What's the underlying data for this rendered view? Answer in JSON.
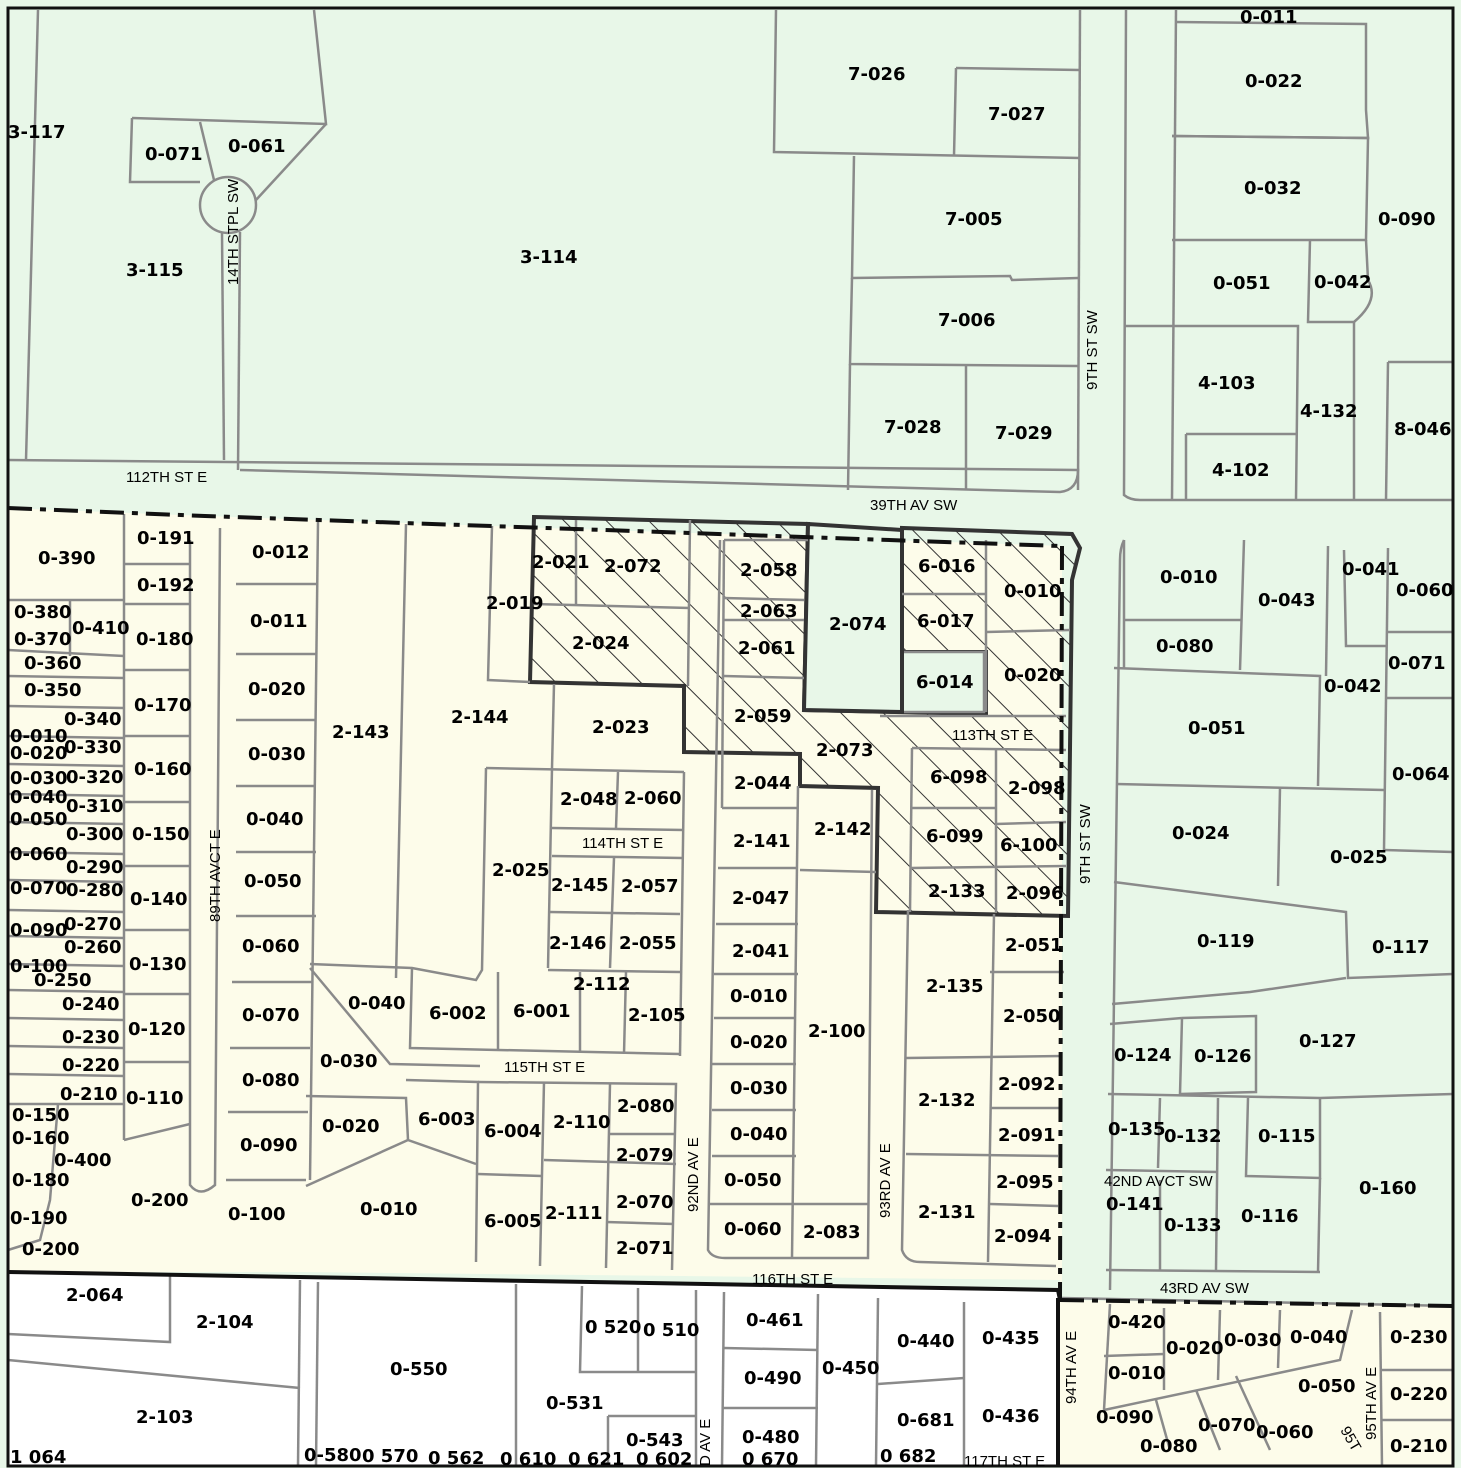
{
  "colors": {
    "county_zone": "#e8f7e8",
    "city_zone": "#fdfcea",
    "outside_zone": "#ffffff",
    "lot_line": "#8a8a8a"
  },
  "streets": {
    "s112th": "112TH ST E",
    "s39av": "39TH AV SW",
    "s14st": "14TH STPL SW",
    "s9st_a": "9TH ST SW",
    "s9st_b": "9TH ST SW",
    "s89": "89TH AVCT E",
    "s113": "113TH ST E",
    "s114": "114TH ST E",
    "s115": "115TH ST E",
    "s92": "92ND AV E",
    "s93": "93RD AV E",
    "s116": "116TH ST E",
    "s43": "43RD AV SW",
    "s42": "42ND AVCT SW",
    "s94": "94TH AV E",
    "s95": "95TH AV E",
    "s117": "117TH ST E",
    "s91": "D AV E",
    "s95b": "95T"
  },
  "parcels": {
    "p0011n": "0-011",
    "p7026": "7-026",
    "p0022": "0-022",
    "p7027": "7-027",
    "p3117": "3-117",
    "p0071": "0-071",
    "p0061": "0-061",
    "p0032": "0-032",
    "p7005": "7-005",
    "p0090n": "0-090",
    "p3115": "3-115",
    "p3114": "3-114",
    "p0051n": "0-051",
    "p0042n": "0-042",
    "p7006": "7-006",
    "p4103": "4-103",
    "p4132": "4-132",
    "p7028": "7-028",
    "p7029": "7-029",
    "p8046": "8-046",
    "p4102": "4-102",
    "p0390": "0-390",
    "p0191": "0-191",
    "p0012": "0-012",
    "p2021": "2-021",
    "p2072": "2-072",
    "p2058": "2-058",
    "p6016": "6-016",
    "p0010e": "0-010",
    "p0010f": "0-010",
    "p0041": "0-041",
    "p0060e": "0-060",
    "p0192": "0-192",
    "p0043": "0-043",
    "p0380": "0-380",
    "p0370": "0-370",
    "p0410": "0-410",
    "p0180": "0-180",
    "p0011": "0-011",
    "p2019": "2-019",
    "p2024": "2-024",
    "p2063": "2-063",
    "p2061": "2-061",
    "p2074": "2-074",
    "p6017": "6-017",
    "p0080e": "0-080",
    "p0360": "0-360",
    "p0350": "0-350",
    "p0170": "0-170",
    "p0020": "0-020",
    "p6014": "6-014",
    "p0020f": "0-020",
    "p0071e": "0-071",
    "p0042e": "0-042",
    "p0340": "0-340",
    "p0010w": "0-010",
    "p0020w": "0-020",
    "p0330": "0-330",
    "p2144": "2-144",
    "p2143": "2-143",
    "p2059": "2-059",
    "p2023": "2-023",
    "p2073": "2-073",
    "p0051e": "0-051",
    "p0030w": "0-030",
    "p0320": "0-320",
    "p0160": "0-160",
    "p0030": "0-030",
    "p6098": "6-098",
    "p2098": "2-098",
    "p0064": "0-064",
    "p2044": "2-044",
    "p0040w": "0-040",
    "p0310": "0-310",
    "p2048": "2-048",
    "p2060": "2-060",
    "p0050w": "0-050",
    "p0300": "0-300",
    "p0150": "0-150",
    "p0040": "0-040",
    "p2142": "2-142",
    "p0024": "0-024",
    "p2141": "2-141",
    "p6099": "6-099",
    "p6100": "6-100",
    "p0025": "0-025",
    "p0060w": "0-060",
    "p0290": "0-290",
    "p2025": "2-025",
    "p0050": "0-050",
    "p2145": "2-145",
    "p2057": "2-057",
    "p0070w": "0-070",
    "p0280": "0-280",
    "p2133": "2-133",
    "p2096": "2-096",
    "p0140": "0-140",
    "p2047": "2-047",
    "p0090w": "0-090",
    "p0270": "0-270",
    "p0119": "0-119",
    "p0117": "0-117",
    "p2146": "2-146",
    "p2055": "2-055",
    "p2051": "2-051",
    "p0060": "0-060",
    "p0260": "0-260",
    "p2041": "2-041",
    "p0100w": "0-100",
    "p0130": "0-130",
    "p0250": "0-250",
    "p2112": "2-112",
    "p2135": "2-135",
    "p0240": "0-240",
    "p0040b": "0-040",
    "p6002": "6-002",
    "p6001": "6-001",
    "p0010c": "0-010",
    "p2105": "2-105",
    "p0070": "0-070",
    "p2050": "2-050",
    "p0230": "0-230",
    "p0120": "0-120",
    "p2100": "2-100",
    "p0127": "0-127",
    "p0020c": "0-020",
    "p0030b": "0-030",
    "p0220": "0-220",
    "p0124": "0-124",
    "p0126": "0-126",
    "p0080": "0-080",
    "p0210": "0-210",
    "p2092": "2-092",
    "p0030c": "0-030",
    "p0110": "0-110",
    "p6003": "6-003",
    "p2110": "2-110",
    "p2080": "2-080",
    "p2132": "2-132",
    "p0150w": "0-150",
    "p0020b": "0-020",
    "p6004": "6-004",
    "p0040c": "0-040",
    "p0135": "0-135",
    "p0132": "0-132",
    "p0115": "0-115",
    "p0160w": "0-160",
    "p2091": "2-091",
    "p0090": "0-090",
    "p2079": "2-079",
    "p0400": "0-400",
    "p0050c": "0-050",
    "p2095": "2-095",
    "p0180w": "0-180",
    "p0160e": "0-160",
    "p0141": "0-141",
    "p2070": "2-070",
    "p0200": "0-200",
    "p0010b": "0-010",
    "p2131": "2-131",
    "p0116": "0-116",
    "p0133": "0-133",
    "p0100": "0-100",
    "p6005": "6-005",
    "p2111": "2-111",
    "p0190": "0-190",
    "p0060c": "0-060",
    "p2083": "2-083",
    "p2094": "2-094",
    "p2071": "2-071",
    "p0200w": "0-200",
    "p2064": "2-064",
    "p2104": "2-104",
    "p0520": "0 520",
    "p0510": "0 510",
    "p0461": "0-461",
    "p0440": "0-440",
    "p0435": "0-435",
    "p0230s": "0-230",
    "p0420": "0-420",
    "p0020s": "0-020",
    "p0030s": "0-030",
    "p0040s": "0-040",
    "p0550": "0-550",
    "p0450": "0-450",
    "p0490": "0-490",
    "p0010s": "0-010",
    "p0050s": "0-050",
    "p0220s": "0-220",
    "p2103": "2-103",
    "p0531": "0-531",
    "p0681": "0-681",
    "p0436": "0-436",
    "p0090s": "0-090",
    "p0070s": "0-070",
    "p0060s": "0-060",
    "p0543": "0-543",
    "p0480": "0-480",
    "p0080s": "0-080",
    "p0210s": "0-210",
    "p1064": "1 064",
    "p0580": "0-580",
    "p0570": "0 570",
    "p0562": "0 562",
    "p0610": "0 610",
    "p0621": "0 621",
    "p0602": "0 602",
    "p0670": "0 670",
    "p0682": "0 682"
  }
}
